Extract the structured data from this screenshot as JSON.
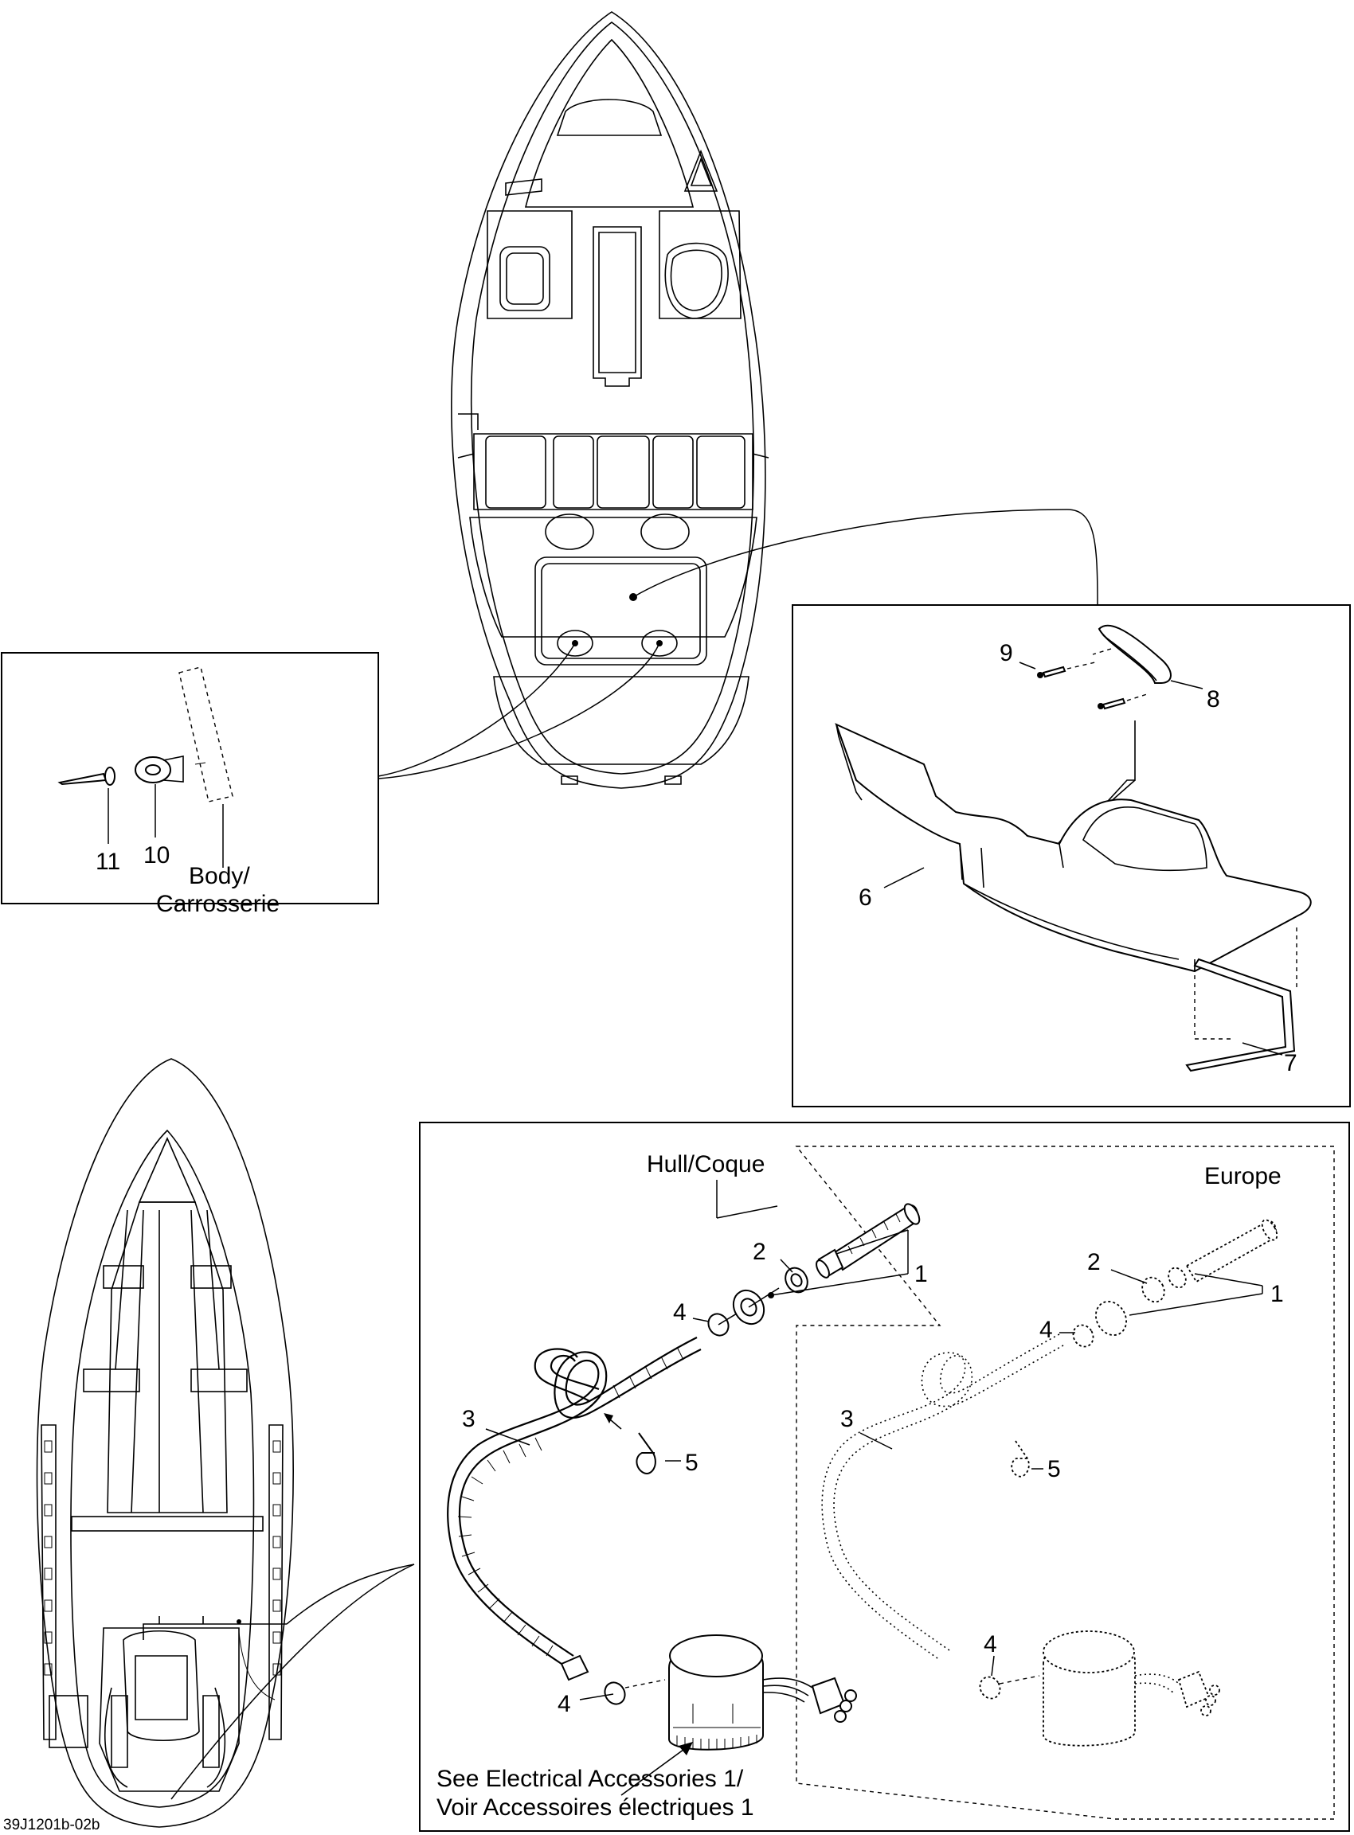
{
  "callouts": {
    "c1a": "1",
    "c1b": "1",
    "c2a": "2",
    "c2b": "2",
    "c3a": "3",
    "c3b": "3",
    "c4a": "4",
    "c4b": "4",
    "c4c": "4",
    "c4d": "4",
    "c5a": "5",
    "c5b": "5",
    "c6": "6",
    "c7": "7",
    "c8": "8",
    "c9": "9",
    "c10": "10",
    "c11": "11"
  },
  "labels": {
    "body_line1": "Body/",
    "body_line2": "Carrosserie",
    "hull": "Hull/Coque",
    "europe": "Europe",
    "see_line1": "See Electrical Accessories 1/",
    "see_line2": "Voir Accessoires électriques 1"
  },
  "figure_code": "39J1201b-02b"
}
